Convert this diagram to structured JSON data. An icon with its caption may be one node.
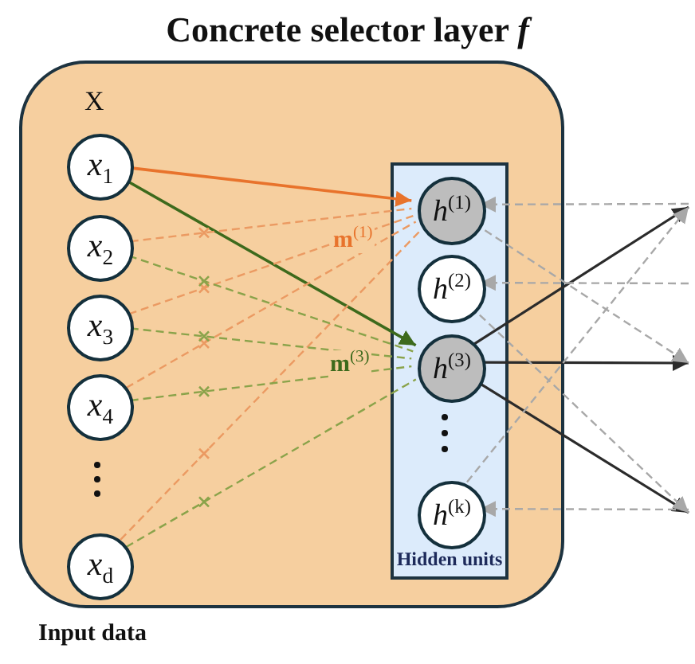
{
  "diagram": {
    "title": "Concrete selector layer *f*",
    "nodes": [
      {
        "text": [],
        "shape": "box"
      },
      {
        "text": [
          "*x*$_{1}$"
        ],
        "in": 0
      },
      {
        "text": [
          "*x*$_{2}$"
        ],
        "in": 0
      },
      {
        "text": [
          "*x*$_{3}$"
        ],
        "in": 0
      },
      {
        "text": [
          "*x*$_{4}$"
        ],
        "in": 0
      },
      {
        "text": [
          "*x*$_{d}$"
        ],
        "in": 0
      },
      {
        "text": [
          "Hidden units"
        ],
        "in": 0
      },
      {
        "text": [
          "*h*$^{(1)}$"
        ],
        "in": 6
      },
      {
        "text": [
          "*h*$^{(2)}$"
        ],
        "in": 6
      },
      {
        "text": [
          "*h*$^{(3)}$"
        ],
        "in": 6
      },
      {
        "text": [
          "*h*$^{(k)}$"
        ],
        "in": 6
      }
    ],
    "edges": [
      {
        "from": 1,
        "to": 7,
        "arrow": "to",
        "color": "#e8732c",
        "label": "**m**$^{(1)}$"
      },
      {
        "from": 1,
        "to": 9,
        "arrow": "to",
        "color": "#3d6a1c",
        "label": "**m**$^{(3)}$"
      },
      {
        "from": 2,
        "to": 7,
        "arrow": "none",
        "style": "dashed",
        "color": "#eb9a62"
      },
      {
        "from": 3,
        "to": 7,
        "arrow": "none",
        "style": "dashed",
        "color": "#eb9a62"
      },
      {
        "from": 4,
        "to": 7,
        "arrow": "none",
        "style": "dashed",
        "color": "#eb9a62"
      },
      {
        "from": 5,
        "to": 7,
        "arrow": "none",
        "style": "dashed",
        "color": "#eb9a62"
      },
      {
        "from": 2,
        "to": 9,
        "arrow": "none",
        "style": "dashed",
        "color": "#8aa34a"
      },
      {
        "from": 3,
        "to": 9,
        "arrow": "none",
        "style": "dashed",
        "color": "#8aa34a"
      },
      {
        "from": 4,
        "to": 9,
        "arrow": "none",
        "style": "dashed",
        "color": "#8aa34a"
      },
      {
        "from": 5,
        "to": 9,
        "arrow": "none",
        "style": "dashed",
        "color": "#8aa34a"
      },
      {
        "from": 9,
        "to": null,
        "arrow": "to",
        "color": "#2b2b2b"
      },
      {
        "from": 9,
        "to": null,
        "arrow": "to",
        "color": "#2b2b2b"
      },
      {
        "from": 9,
        "to": null,
        "arrow": "to",
        "color": "#2b2b2b"
      },
      {
        "from": null,
        "to": 7,
        "arrow": "to",
        "style": "dashed",
        "color": "#a8a8a8"
      },
      {
        "from": null,
        "to": 8,
        "arrow": "to",
        "style": "dashed",
        "color": "#a8a8a8"
      },
      {
        "from": null,
        "to": 10,
        "arrow": "to",
        "style": "dashed",
        "color": "#a8a8a8"
      },
      {
        "from": 7,
        "to": null,
        "arrow": "to",
        "style": "dashed",
        "color": "#a8a8a8"
      },
      {
        "from": 8,
        "to": null,
        "arrow": "to",
        "style": "dashed",
        "color": "#a8a8a8"
      },
      {
        "from": 10,
        "to": null,
        "arrow": "to",
        "style": "dashed",
        "color": "#a8a8a8"
      }
    ],
    "labels": [
      "X",
      "Input data"
    ]
  }
}
